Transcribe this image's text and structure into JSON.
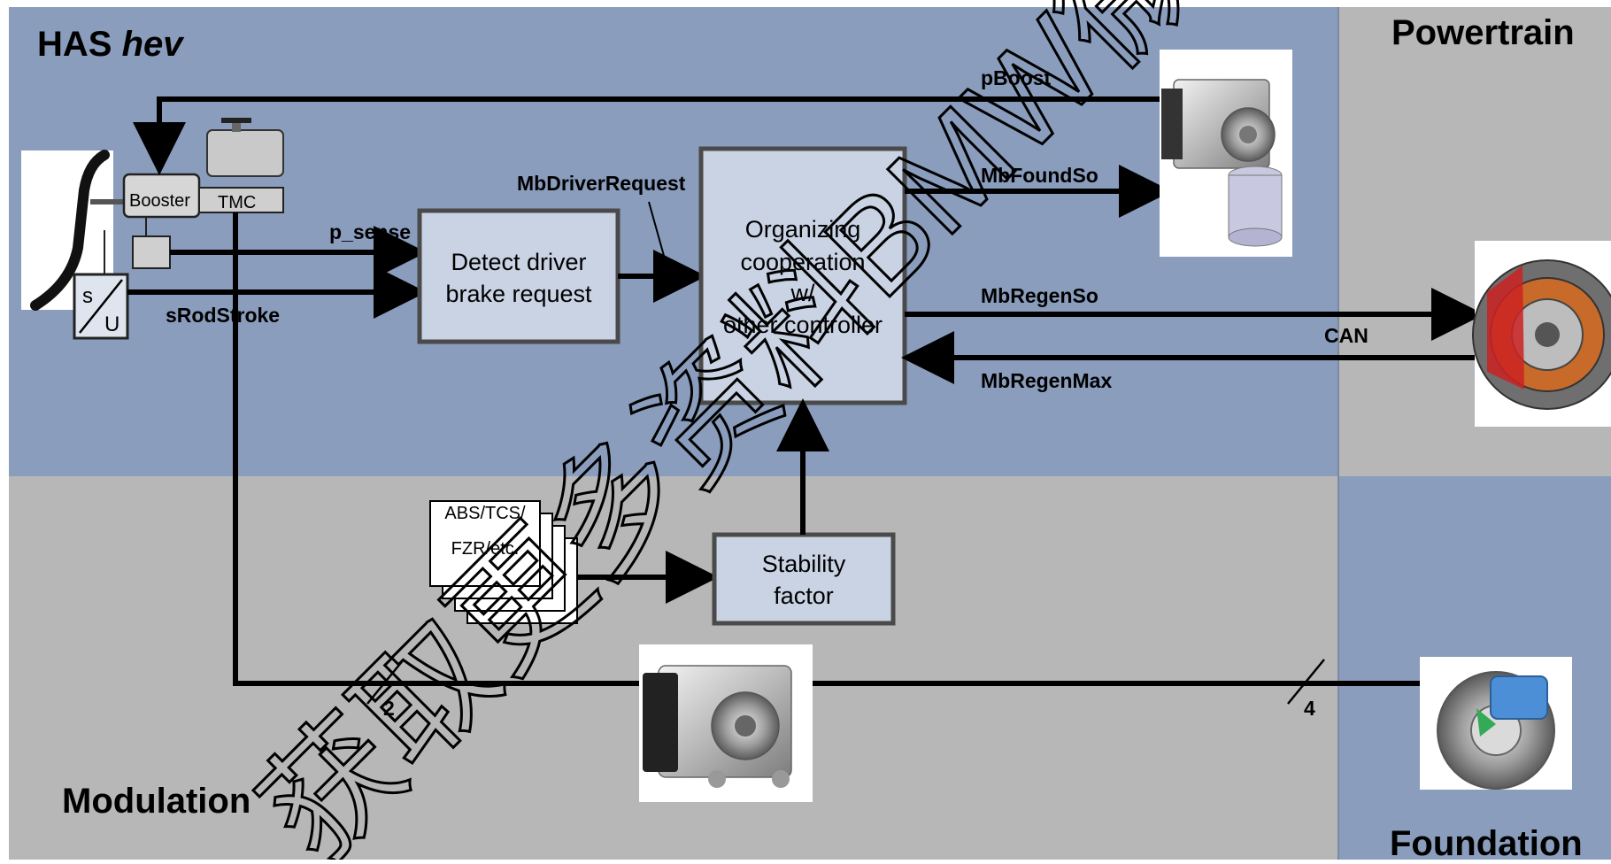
{
  "zones": {
    "has_hev": {
      "title_main": "HAS",
      "title_italic": "hev",
      "color": "#8a9dbd"
    },
    "powertrain": {
      "title": "Powertrain",
      "color": "#b7b7b7"
    },
    "modulation": {
      "title": "Modulation",
      "color": "#b7b7b7"
    },
    "foundation": {
      "title": "Foundation",
      "color": "#8a9dbd"
    }
  },
  "components": {
    "booster": "Booster",
    "tmc": "TMC",
    "sensor_s": "s",
    "sensor_u": "U",
    "abs_card_line1": "ABS/TCS/",
    "abs_card_line2": "FZR/etc."
  },
  "blocks": {
    "detect": {
      "line1": "Detect driver",
      "line2": "brake request"
    },
    "organizing": {
      "line1": "Organizing",
      "line2": "cooperation",
      "line3": "w/",
      "line4": "other controller"
    },
    "stability": {
      "line1": "Stability",
      "line2": "factor"
    }
  },
  "signals": {
    "pboost": "pBoost",
    "p_sense": "p_sense",
    "srodstroke": "sRodStroke",
    "mbdriverrequest": "MbDriverRequest",
    "mbfoundso": "MbFoundSo",
    "mbregenso": "MbRegenSo",
    "can": "CAN",
    "mbregenmax": "MbRegenMax",
    "bus_count_left": "2",
    "bus_count_right": "4"
  },
  "watermark": "获取更多资料BMW微信搜索蓝领星",
  "colors": {
    "block_fill": "#c9d3e3",
    "block_stroke": "#4a4a4a",
    "line": "#000000"
  }
}
